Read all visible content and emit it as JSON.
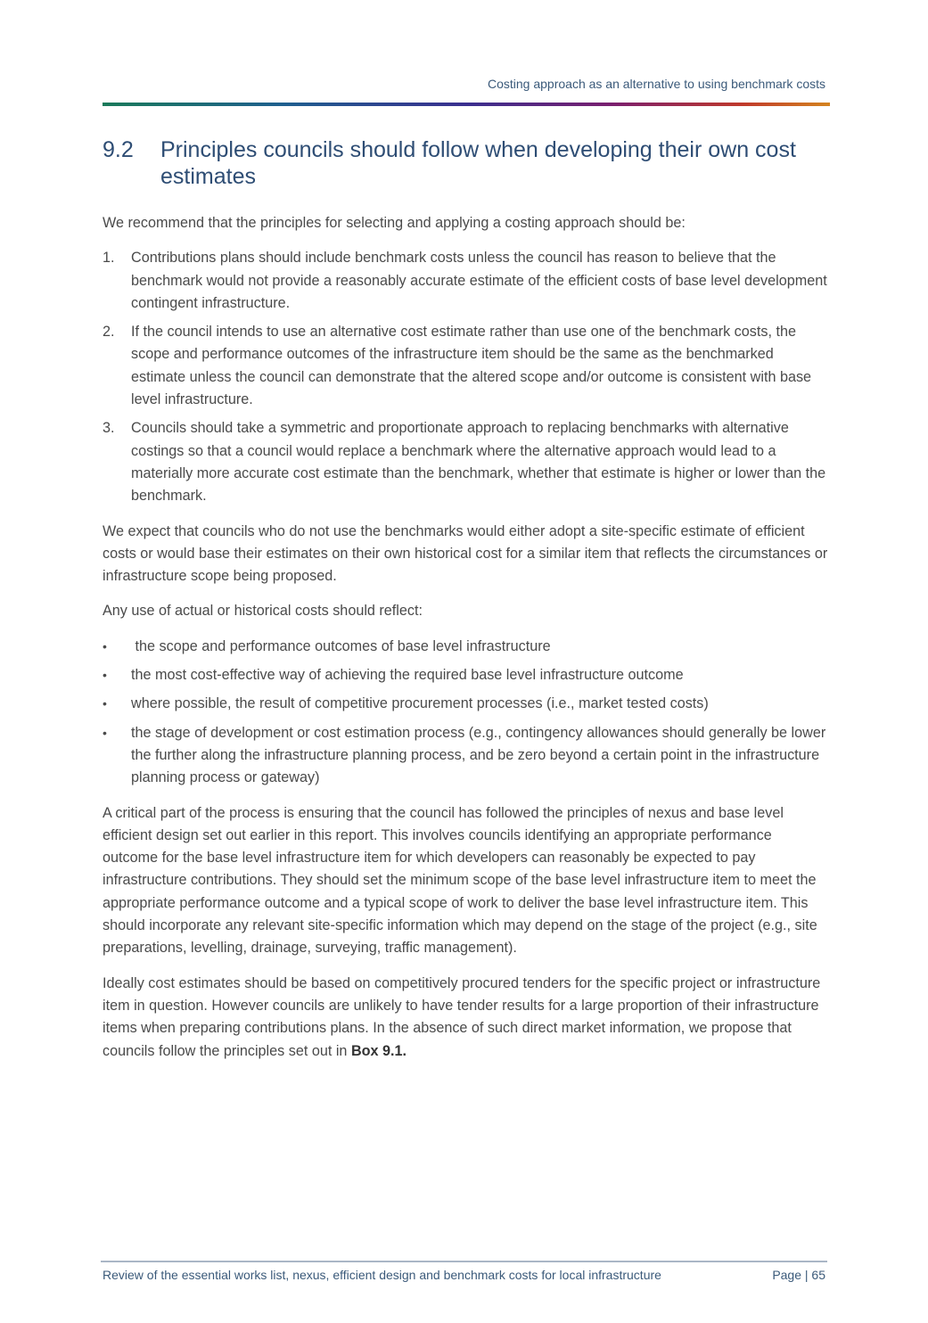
{
  "header": {
    "running_title": "Costing approach as an alternative to using benchmark costs"
  },
  "section": {
    "number": "9.2",
    "title": "Principles councils should follow when developing their own cost estimates"
  },
  "intro": "We recommend that the principles for selecting and applying a costing approach should be:",
  "principles": [
    {
      "marker": "1.",
      "text": "Contributions plans should include benchmark costs unless the council has reason to believe that the benchmark would not provide a reasonably accurate estimate of the efficient costs of base level development contingent infrastructure."
    },
    {
      "marker": "2.",
      "text": "If the council intends to use an alternative cost estimate rather than use one of the benchmark costs, the scope and performance outcomes of the infrastructure item should be the same as the benchmarked estimate unless the council can demonstrate that the altered scope and/or outcome is consistent with base level infrastructure."
    },
    {
      "marker": "3.",
      "text": "Councils should take a symmetric and proportionate approach to replacing benchmarks with alternative costings so that a council would replace a benchmark where the alternative approach would lead to a materially more accurate cost estimate than the benchmark, whether that estimate is higher or lower than the benchmark."
    }
  ],
  "para_expect": "We expect that councils who do not use the benchmarks would either adopt a site-specific estimate of efficient costs or would base their estimates on their own historical cost for a similar item that reflects the circumstances or infrastructure scope being proposed.",
  "para_reflect": "Any use of actual or historical costs should reflect:",
  "reflect_items": [
    {
      "marker": "•",
      "text": " the scope and performance outcomes of base level infrastructure"
    },
    {
      "marker": "•",
      "text": "the most cost-effective way of achieving the required base level infrastructure outcome"
    },
    {
      "marker": "•",
      "text": "where possible, the result of competitive procurement processes (i.e., market tested costs)"
    },
    {
      "marker": "•",
      "text": "the stage of development or cost estimation process (e.g., contingency allowances should generally be lower the further along the infrastructure planning process, and be zero beyond a certain point in the infrastructure planning process or gateway)"
    }
  ],
  "para_critical": "A critical part of the process is ensuring that the council has followed the principles of nexus and base level efficient design set out earlier in this report. This involves councils identifying an appropriate performance outcome for the base level infrastructure item for which developers can reasonably be expected to pay infrastructure contributions. They should set the minimum scope of the base level infrastructure item to meet the appropriate performance outcome and a typical scope of work to deliver the base level infrastructure item. This should incorporate any relevant site-specific information which may depend on the stage of the project (e.g., site preparations, levelling, drainage, surveying, traffic management).",
  "para_ideal": "Ideally cost estimates should be based on competitively procured tenders for the specific project or infrastructure item in question. However councils are unlikely to have tender results for a large proportion of their infrastructure items when preparing contributions plans. In the absence of such direct market information, we propose that councils follow the principles set out in ",
  "para_ideal_ref": "Box 9.1.",
  "footer": {
    "report_title": "Review of the essential works list, nexus, efficient design and benchmark costs for local infrastructure",
    "page_label": "Page | 65"
  }
}
